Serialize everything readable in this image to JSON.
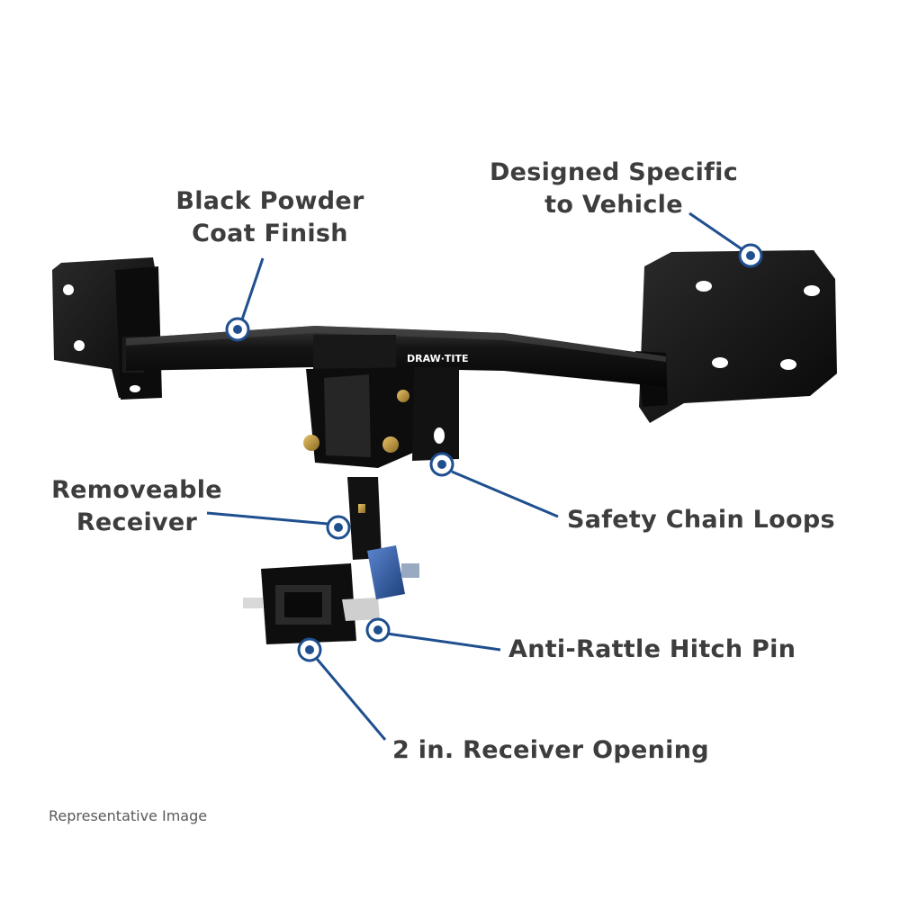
{
  "callouts": {
    "black_powder": {
      "line1": "Black Powder",
      "line2": "Coat Finish"
    },
    "designed_specific": {
      "line1": "Designed Specific",
      "line2": "to Vehicle"
    },
    "removeable_receiver": {
      "line1": "Removeable",
      "line2": "Receiver"
    },
    "safety_chain": {
      "text": "Safety Chain Loops"
    },
    "anti_rattle": {
      "text": "Anti-Rattle Hitch Pin"
    },
    "receiver_opening": {
      "text": "2 in. Receiver Opening"
    }
  },
  "brand": {
    "logo_text": "DRAW·TITE"
  },
  "footer": {
    "note": "Representative Image"
  },
  "colors": {
    "callout_blue": "#1f4f8f",
    "hitch_black": "#111111",
    "pin_blue": "#2d5aa6",
    "text": "#3d3d3d"
  },
  "icons": [
    "callout-marker-icon"
  ]
}
